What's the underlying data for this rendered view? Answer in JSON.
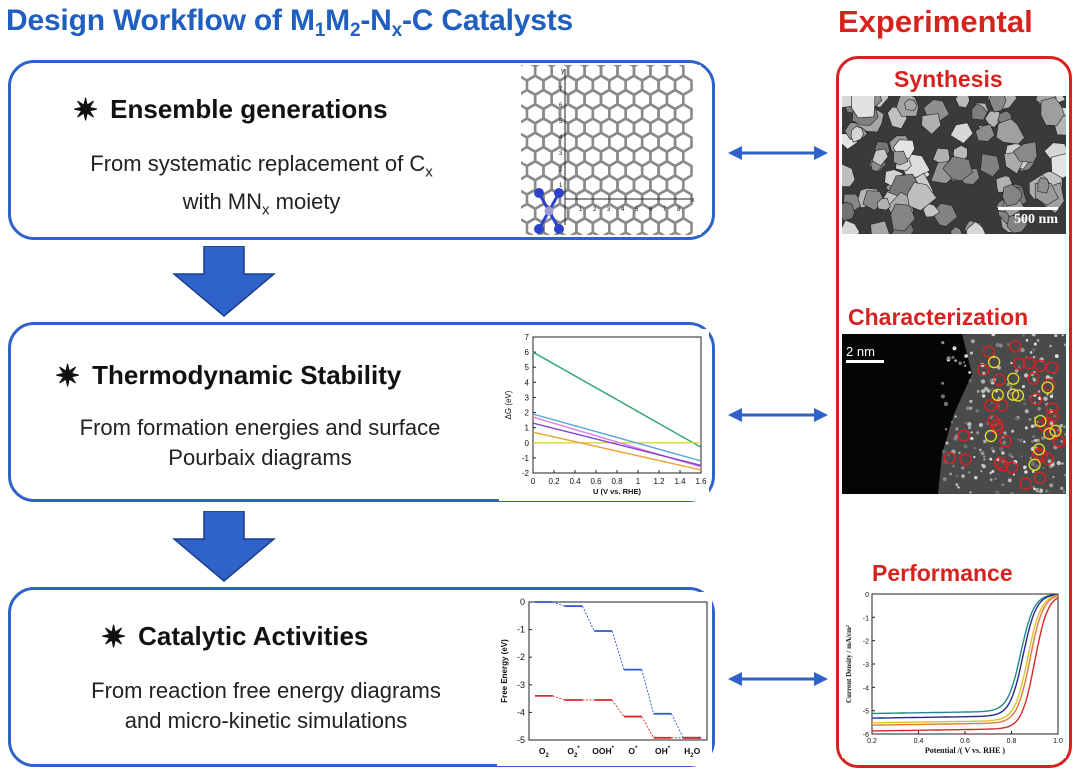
{
  "title": {
    "part1": "Design Workflow of M",
    "sub1": "1",
    "part2": "M",
    "sub2": "2",
    "part3": "-N",
    "sub3": "x",
    "part4": "-C Catalysts"
  },
  "experimental": {
    "title": "Experimental",
    "synthesis": {
      "label": "Synthesis",
      "scale_bar": "500 nm"
    },
    "characterization": {
      "label": "Characterization",
      "scale_bar": "2 nm"
    },
    "performance": {
      "label": "Performance"
    }
  },
  "workflow": [
    {
      "heading": "Ensemble generations",
      "line1_text": "From systematic replacement of C",
      "line1_sub": "x",
      "line2_pre": "with MN",
      "line2_sub": "x",
      "line2_post": " moiety"
    },
    {
      "heading": "Thermodynamic Stability",
      "line1": "From formation energies and surface",
      "line2": "Pourbaix diagrams"
    },
    {
      "heading": "Catalytic Activities",
      "line1": "From reaction free energy diagrams",
      "line2": "and micro-kinetic simulations"
    }
  ],
  "lattice": {
    "axis_y": "y",
    "axis_x": "x",
    "x_ticks": [
      "1",
      "2",
      "3",
      "4",
      "5",
      "6",
      "7",
      "8"
    ],
    "y_ticks": [
      "1",
      "2",
      "3",
      "4",
      "5",
      "6",
      "7"
    ]
  },
  "chart_data": [
    {
      "type": "line",
      "xlabel": "U (V vs. RHE)",
      "ylabel": "ΔG (eV)",
      "xlim": [
        0,
        1.6
      ],
      "ylim": [
        -2,
        7
      ],
      "x_ticks": [
        "0",
        "0.2",
        "0.4",
        "0.6",
        "0.8",
        "1",
        "1.2",
        "1.4",
        "1.6"
      ],
      "y_ticks": [
        "7",
        "6",
        "5",
        "4",
        "3",
        "2",
        "1",
        "0",
        "-1",
        "-2"
      ],
      "series": [
        {
          "color": "#2aa36b",
          "x": [
            0,
            1.6
          ],
          "y": [
            6.0,
            -0.3
          ]
        },
        {
          "color": "#d6d64a",
          "x": [
            0,
            1.6
          ],
          "y": [
            0.0,
            0.0
          ]
        },
        {
          "color": "#5aa9d8",
          "x": [
            0,
            1.6
          ],
          "y": [
            1.9,
            -1.2
          ]
        },
        {
          "color": "#e080e0",
          "x": [
            0,
            1.6
          ],
          "y": [
            1.7,
            -1.6
          ]
        },
        {
          "color": "#7a3fd0",
          "x": [
            0,
            1.6
          ],
          "y": [
            1.3,
            -1.5
          ]
        },
        {
          "color": "#e8a23a",
          "x": [
            0,
            1.6
          ],
          "y": [
            0.7,
            -1.8
          ]
        }
      ]
    },
    {
      "type": "line",
      "ylabel": "Free Energy (eV)",
      "ylim": [
        -5,
        0
      ],
      "y_ticks": [
        "0",
        "-1",
        "-2",
        "-3",
        "-4",
        "-5"
      ],
      "categories": [
        "O2",
        "O2*",
        "OOH*",
        "O*",
        "OH*",
        "H2O"
      ],
      "category_labels": [
        {
          "base": "O",
          "sub": "2",
          "sup": ""
        },
        {
          "base": "O",
          "sub": "2",
          "sup": "*"
        },
        {
          "base": "OOH",
          "sub": "",
          "sup": "*"
        },
        {
          "base": "O",
          "sub": "",
          "sup": "*"
        },
        {
          "base": "OH",
          "sub": "",
          "sup": "*"
        },
        {
          "base": "H",
          "sub": "2",
          "sup": "",
          "tail": "O"
        }
      ],
      "series": [
        {
          "color": "#2e56c8",
          "values": [
            0,
            -0.15,
            -1.05,
            -2.45,
            -4.05,
            -4.92
          ]
        },
        {
          "color": "#d42a2a",
          "values": [
            -3.4,
            -3.55,
            -3.55,
            -4.15,
            -4.92,
            -4.92
          ]
        }
      ]
    },
    {
      "type": "line",
      "xlabel": "Potential /( V vs. RHE )",
      "ylabel": "Current Density / mA/cm²",
      "xlim": [
        0.2,
        1.0
      ],
      "ylim": [
        -6,
        0
      ],
      "x_ticks": [
        "0.2",
        "0.4",
        "0.6",
        "0.8",
        "1.0"
      ],
      "y_ticks": [
        "0",
        "-1",
        "-2",
        "-3",
        "-4",
        "-5",
        "-6"
      ],
      "series": [
        {
          "color": "#1d8b8b",
          "jlim": -5.0,
          "e_half": 0.84
        },
        {
          "color": "#2a2a8a",
          "jlim": -5.2,
          "e_half": 0.85
        },
        {
          "color": "#e0c030",
          "jlim": -5.4,
          "e_half": 0.87
        },
        {
          "color": "#e07a3a",
          "jlim": -5.5,
          "e_half": 0.88
        },
        {
          "color": "#d42a2a",
          "jlim": -5.75,
          "e_half": 0.9
        }
      ]
    }
  ]
}
